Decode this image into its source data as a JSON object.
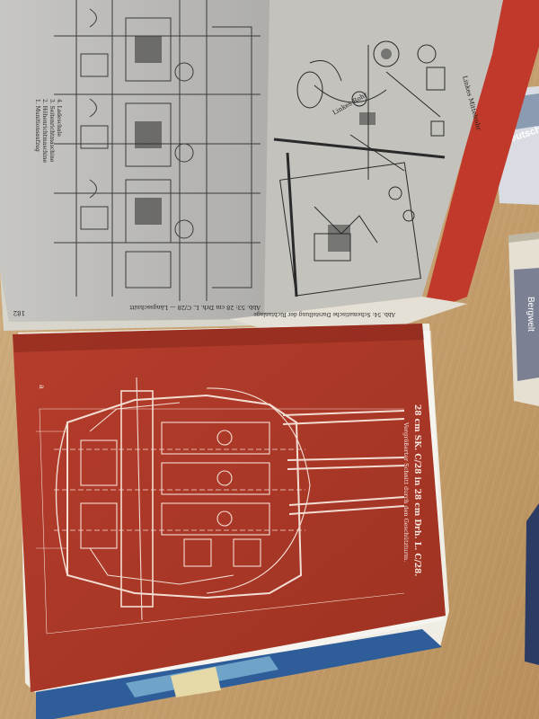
{
  "scene": {
    "description_free": true
  },
  "colors": {
    "table_wood": "#c9a776",
    "table_wood_dark": "#b28b58",
    "page_grey": "#bdbcb8",
    "page_grey_dark": "#a9a8a4",
    "page_paper": "#e9e6df",
    "red_page": "#b33a2b",
    "red_page_dark": "#97301f",
    "blueprint_line": "#f3d9cf",
    "drawing_line": "#2e2e2e",
    "blue_strip": "#2f5d9a"
  },
  "left_top_page": {
    "caption": "Abb. 53: 28 cm Drh. L. C/28 — Längsschnitt",
    "legend": [
      "1. Munitionsaufzug",
      "2. Höhenrichtmaschine",
      "3. Seitenrichtmaschine",
      "4. Ladeschale"
    ],
    "page_number": "182"
  },
  "right_top_page": {
    "label_1": "Linkes Rohr",
    "label_2": "Linkes Mittelrohr",
    "caption": "Abb. 54: Schematische Darstellung der Richtanlage"
  },
  "red_page": {
    "title_line_1": "28 cm SK. C/28 in 28 cm Drh. L. C/28.",
    "title_line_2": "Vergrößerter Schnitt durch den Geschützturm.",
    "mark": "a"
  },
  "right_book": {
    "spine_text": "Bergwelt"
  },
  "corner_book": {
    "text": "Deutsche"
  }
}
